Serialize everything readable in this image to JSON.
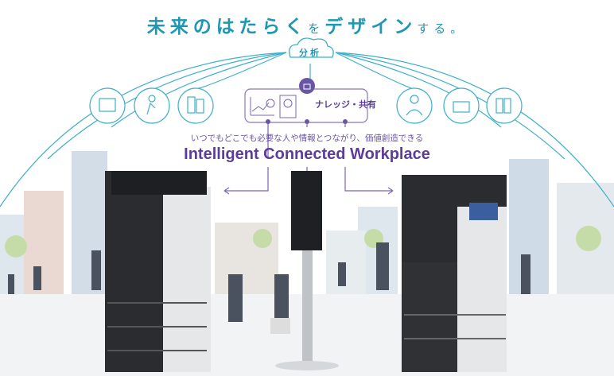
{
  "title": {
    "main_a": "未来のはたらく",
    "particle": "を",
    "main_b": "デザイン",
    "suffix": "する。"
  },
  "cloud": {
    "label": "分析"
  },
  "knowledge": {
    "label": "ナレッジ・共有"
  },
  "subtitle": "いつでもどこでも必要な人や情報とつながり、価値創造できる",
  "headline": "Intelligent Connected Workplace",
  "colors": {
    "teal": "#1f97b3",
    "purple": "#5c3d99"
  }
}
